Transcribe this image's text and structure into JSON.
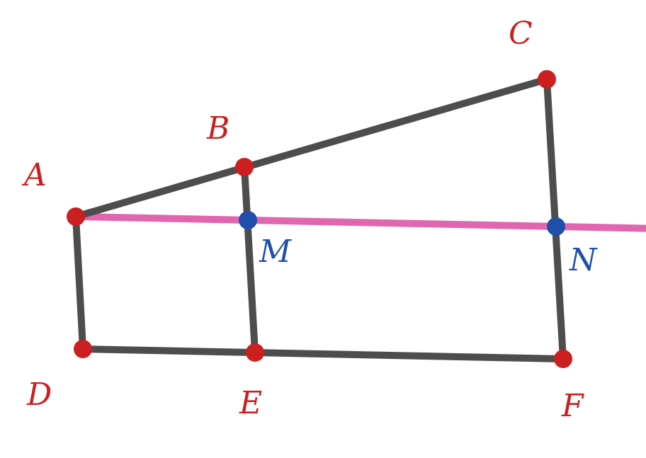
{
  "diagram": {
    "colors": {
      "segment": "#4d4d4d",
      "line": "#e066b0",
      "point": "#cc1f1f",
      "intersection": "#1f4fa8",
      "background": "#ffffff"
    },
    "points": [
      {
        "id": "A",
        "label": "A",
        "kind": "vertex"
      },
      {
        "id": "B",
        "label": "B",
        "kind": "vertex"
      },
      {
        "id": "C",
        "label": "C",
        "kind": "vertex"
      },
      {
        "id": "D",
        "label": "D",
        "kind": "vertex"
      },
      {
        "id": "E",
        "label": "E",
        "kind": "vertex"
      },
      {
        "id": "F",
        "label": "F",
        "kind": "vertex"
      },
      {
        "id": "M",
        "label": "M",
        "kind": "intersection"
      },
      {
        "id": "N",
        "label": "N",
        "kind": "intersection"
      }
    ],
    "segments": [
      {
        "id": "AC",
        "from": "A",
        "to": "C"
      },
      {
        "id": "AD",
        "from": "A",
        "to": "D"
      },
      {
        "id": "DF",
        "from": "D",
        "to": "F"
      },
      {
        "id": "BE",
        "from": "B",
        "to": "E"
      },
      {
        "id": "CF",
        "from": "C",
        "to": "F"
      }
    ],
    "lines": [
      {
        "id": "AN",
        "through": [
          "A",
          "M",
          "N"
        ],
        "extends": "right"
      }
    ]
  }
}
